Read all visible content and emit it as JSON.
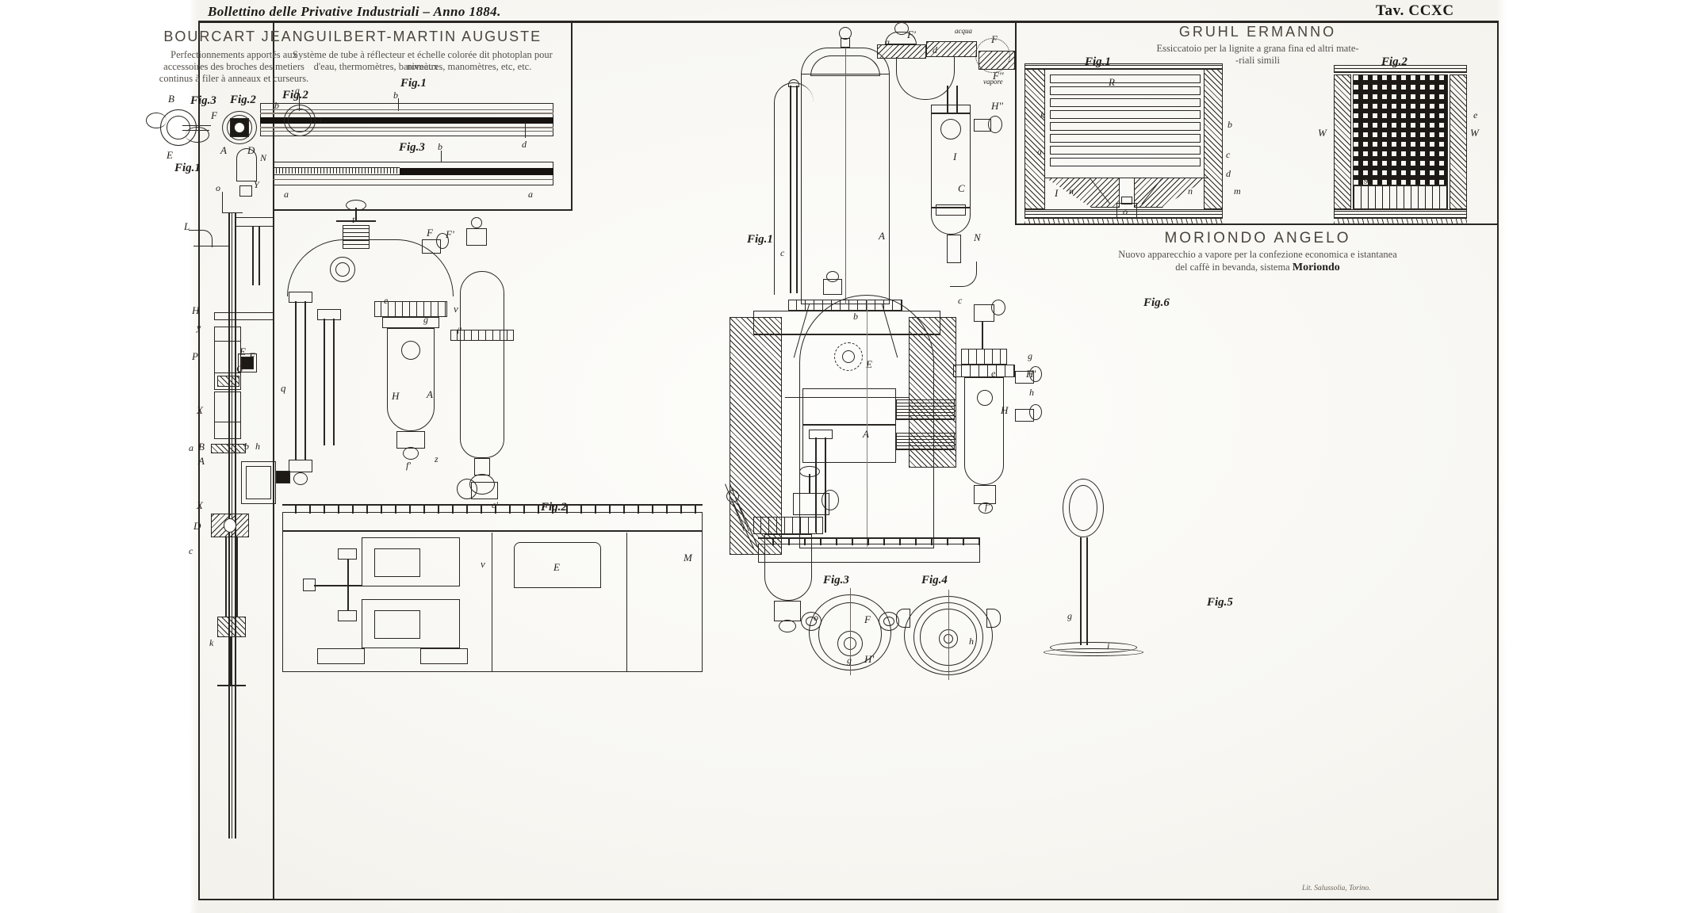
{
  "plate": {
    "bulletin_header": "Bollettino delle Privative Industriali – Anno 1884.",
    "plate_number": "Tav. CCXC",
    "imprint": "Lit. Salussolia, Torino."
  },
  "patents": [
    {
      "id": "bourcart",
      "name": "BOURCART JEAN",
      "description_lines": [
        "Perfectionnements apportés aux",
        "accessoires  des broches  des metiers",
        "continus à filer à anneaux et curseurs."
      ],
      "figures": [
        "Fig.3",
        "Fig.2",
        "Fig.1"
      ],
      "callouts": [
        "B",
        "E",
        "A",
        "D",
        "F",
        "N",
        "Y",
        "o",
        "H",
        "y",
        "P",
        "E",
        "F",
        "G",
        "X",
        "a",
        "B",
        "b",
        "h",
        "A",
        "X",
        "D",
        "c",
        "k"
      ]
    },
    {
      "id": "guilbert-martin",
      "name": "GUILBERT-MARTIN AUGUSTE",
      "description_lines": [
        "Système de tube à réflecteur et échelle colorée dit photoplan pour niveaux",
        "d'eau, thermomètres, baromètres, manomètres, etc, etc."
      ],
      "figures": [
        "Fig.1",
        "Fig.2",
        "Fig.3"
      ],
      "callouts": [
        "a",
        "b",
        "b",
        "d",
        "a",
        "b",
        "b",
        "a"
      ]
    },
    {
      "id": "gruhl",
      "name": "GRUHL ERMANNO",
      "description_lines": [
        "Essiccatoio per la lignite a grana fina ed altri mate-",
        "-riali simili"
      ],
      "figures": [
        "Fig.1",
        "Fig.2"
      ],
      "callouts": [
        "R",
        "k",
        "b",
        "a",
        "c",
        "d",
        "e",
        "I",
        "n",
        "n",
        "m",
        "o",
        "W",
        "W",
        "g"
      ]
    },
    {
      "id": "moriondo",
      "name": "MORIONDO ANGELO",
      "description_lines": [
        "Nuovo apparecchio a vapore per la confezione economica e istantanea",
        "del caffè in bevanda, sistema "
      ],
      "description_emphasis": "Moriondo",
      "figures": [
        "Fig.1",
        "Fig.2",
        "Fig.3",
        "Fig.4",
        "Fig.5",
        "Fig.6"
      ],
      "callouts": [
        "F",
        "F'",
        "F''",
        "a",
        "d",
        "b",
        "c",
        "A",
        "E",
        "H",
        "I",
        "C",
        "N",
        "E",
        "O",
        "M",
        "H'",
        "h",
        "g",
        "f",
        "t",
        "e",
        "q",
        "v",
        "i'",
        "H''",
        "a",
        "o",
        "g",
        "g'",
        "H'",
        "o'",
        "acqua",
        "vapore"
      ]
    }
  ]
}
